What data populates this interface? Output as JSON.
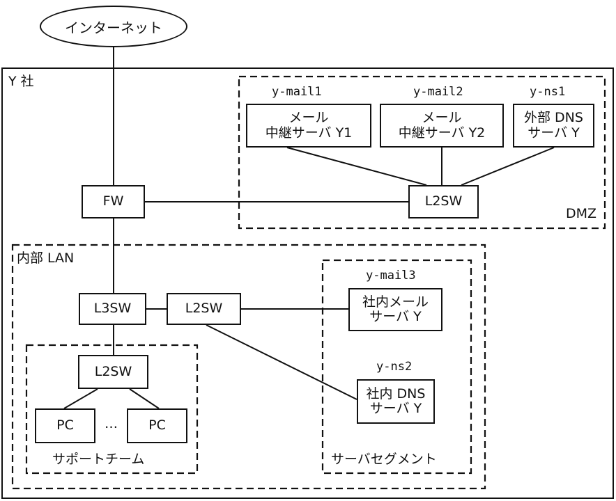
{
  "internet": "インターネット",
  "company": "Y 社",
  "zones": {
    "dmz": "DMZ",
    "lan": "内部 LAN",
    "support": "サポートチーム",
    "server_segment": "サーバセグメント"
  },
  "devices": {
    "fw": "FW",
    "dmz_l2sw": "L2SW",
    "l3sw": "L3SW",
    "lan_l2sw": "L2SW",
    "support_l2sw": "L2SW",
    "pc1": "PC",
    "pc2": "PC",
    "pc_ellipsis": "…"
  },
  "servers": {
    "mail1": {
      "host": "y-mail1",
      "line1": "メール",
      "line2": "中継サーバ Y1"
    },
    "mail2": {
      "host": "y-mail2",
      "line1": "メール",
      "line2": "中継サーバ Y2"
    },
    "ns1": {
      "host": "y-ns1",
      "line1": "外部 DNS",
      "line2": "サーバ Y"
    },
    "mail3": {
      "host": "y-mail3",
      "line1": "社内メール",
      "line2": "サーバ Y"
    },
    "ns2": {
      "host": "y-ns2",
      "line1": "社内 DNS",
      "line2": "サーバ Y"
    }
  }
}
